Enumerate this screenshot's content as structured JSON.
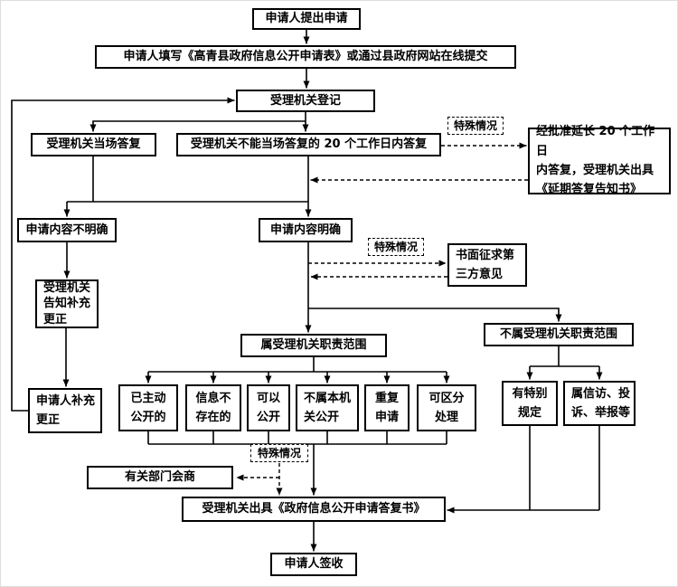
{
  "colors": {
    "line": "#000000",
    "box_border": "#000000",
    "box_background": "#ffffff"
  },
  "nodes": {
    "apply": "申请人提出申请",
    "fill_form": "申请人填写《高青县政府信息公开申请表》或通过县政府网站在线提交",
    "register": "受理机关登记",
    "onsite_reply": "受理机关当场答复",
    "reply_20days": "受理机关不能当场答复的 20 个工作日内答复",
    "special_case_1": "特殊情况",
    "extend_reply": "经批准延长 20 个工作日\n内答复，受理机关出具\n《延期答复告知书》",
    "unclear": "申请内容不明确",
    "clear": "申请内容明确",
    "special_case_2": "特殊情况",
    "third_party": "书面征求第\n三方意见",
    "notify_supplement": "受理机关\n告知补充\n更正",
    "in_scope": "属受理机关职责范围",
    "out_scope": "不属受理机关职责范围",
    "supplement": "申请人补充\n更正",
    "already_public": "已主动\n公开的",
    "not_exist": "信息不\n存在的",
    "can_public": "可以\n公开",
    "not_this_org": "不属本机\n关公开",
    "repeat_apply": "重复\n申请",
    "separable": "可区分\n处理",
    "special_rule": "有特别\n规定",
    "petition": "属信访、投\n诉、举报等",
    "special_case_3": "特殊情况",
    "consult": "有关部门会商",
    "issue_reply": "受理机关出具《政府信息公开申请答复书》",
    "sign": "申请人签收"
  },
  "edges": [
    {
      "from": "apply",
      "to": "fill_form",
      "style": "solid"
    },
    {
      "from": "fill_form",
      "to": "register",
      "style": "solid"
    },
    {
      "from": "register",
      "to": "onsite_reply",
      "style": "solid"
    },
    {
      "from": "register",
      "to": "reply_20days",
      "style": "solid"
    },
    {
      "from": "reply_20days",
      "to": "extend_reply",
      "style": "dashed",
      "label": "特殊情况"
    },
    {
      "from": "extend_reply",
      "to": "clear",
      "style": "dashed"
    },
    {
      "from": "onsite_reply",
      "to": "unclear",
      "style": "solid"
    },
    {
      "from": "reply_20days",
      "to": "clear",
      "style": "solid"
    },
    {
      "from": "unclear",
      "to": "notify_supplement",
      "style": "solid"
    },
    {
      "from": "notify_supplement",
      "to": "supplement",
      "style": "solid"
    },
    {
      "from": "supplement",
      "to": "register",
      "style": "solid"
    },
    {
      "from": "clear",
      "to": "third_party",
      "style": "dashed",
      "label": "特殊情况"
    },
    {
      "from": "third_party",
      "to": "clear",
      "style": "dashed"
    },
    {
      "from": "clear",
      "to": "in_scope",
      "style": "solid"
    },
    {
      "from": "clear",
      "to": "out_scope",
      "style": "solid"
    },
    {
      "from": "in_scope",
      "to": "already_public",
      "style": "solid"
    },
    {
      "from": "in_scope",
      "to": "not_exist",
      "style": "solid"
    },
    {
      "from": "in_scope",
      "to": "can_public",
      "style": "solid"
    },
    {
      "from": "in_scope",
      "to": "not_this_org",
      "style": "solid"
    },
    {
      "from": "in_scope",
      "to": "repeat_apply",
      "style": "solid"
    },
    {
      "from": "in_scope",
      "to": "separable",
      "style": "solid"
    },
    {
      "from": "out_scope",
      "to": "special_rule",
      "style": "solid"
    },
    {
      "from": "out_scope",
      "to": "petition",
      "style": "solid"
    },
    {
      "from": "already_public",
      "to": "issue_reply",
      "style": "solid"
    },
    {
      "from": "not_exist",
      "to": "issue_reply",
      "style": "solid"
    },
    {
      "from": "can_public",
      "to": "issue_reply",
      "style": "solid"
    },
    {
      "from": "not_this_org",
      "to": "issue_reply",
      "style": "solid"
    },
    {
      "from": "repeat_apply",
      "to": "issue_reply",
      "style": "solid"
    },
    {
      "from": "separable",
      "to": "issue_reply",
      "style": "solid"
    },
    {
      "from": "can_public",
      "to": "consult",
      "style": "dashed",
      "label": "特殊情况"
    },
    {
      "from": "consult",
      "to": "issue_reply",
      "style": "dashed"
    },
    {
      "from": "special_rule",
      "to": "issue_reply",
      "style": "solid"
    },
    {
      "from": "petition",
      "to": "issue_reply",
      "style": "solid"
    },
    {
      "from": "issue_reply",
      "to": "sign",
      "style": "solid"
    }
  ]
}
